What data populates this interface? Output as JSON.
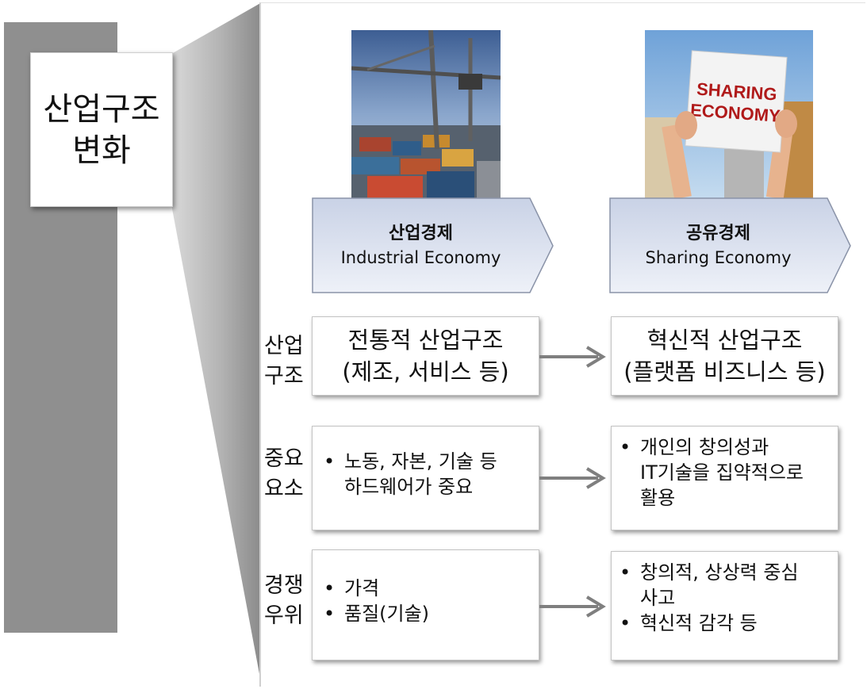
{
  "title": {
    "line1": "산업구조",
    "line2": "변화"
  },
  "columns": [
    {
      "image": "port-cranes-containers-photo",
      "banner_ko": "산업경제",
      "banner_en": "Industrial Economy",
      "color_banner": "#dde4f0"
    },
    {
      "image": "sharing-economy-sign-photo",
      "sign_line1": "SHARING",
      "sign_line2": "ECONOMY",
      "banner_ko": "공유경제",
      "banner_en": "Sharing Economy",
      "color_banner": "#dde4f0"
    }
  ],
  "rows": [
    {
      "label_line1": "산업",
      "label_line2": "구조",
      "left": {
        "line1": "전통적 산업구조",
        "line2": "(제조, 서비스 등)"
      },
      "right": {
        "line1": "혁신적 산업구조",
        "line2": "(플랫폼 비즈니스 등)"
      }
    },
    {
      "label_line1": "중요",
      "label_line2": "요소",
      "left_bullets": [
        {
          "text_line1": "노동, 자본, 기술 등",
          "text_line2": "하드웨어가 중요"
        }
      ],
      "right_bullets": [
        {
          "text_line1": "개인의 창의성과",
          "text_line2": "IT기술을 집약적으로",
          "text_line3": "활용"
        }
      ]
    },
    {
      "label_line1": "경쟁",
      "label_line2": "우위",
      "left_bullets": [
        {
          "text": "가격"
        },
        {
          "text": "품질(기술)"
        }
      ],
      "right_bullets": [
        {
          "text_line1": "창의적, 상상력 중심",
          "text_line2": "사고"
        },
        {
          "text": "혁신적 감각 등"
        }
      ]
    }
  ],
  "bullet_symbol": "•",
  "colors": {
    "left_bar": "#8f8f8f",
    "arrow": "#7f7f7f",
    "banner_border": "#8a93a8"
  }
}
